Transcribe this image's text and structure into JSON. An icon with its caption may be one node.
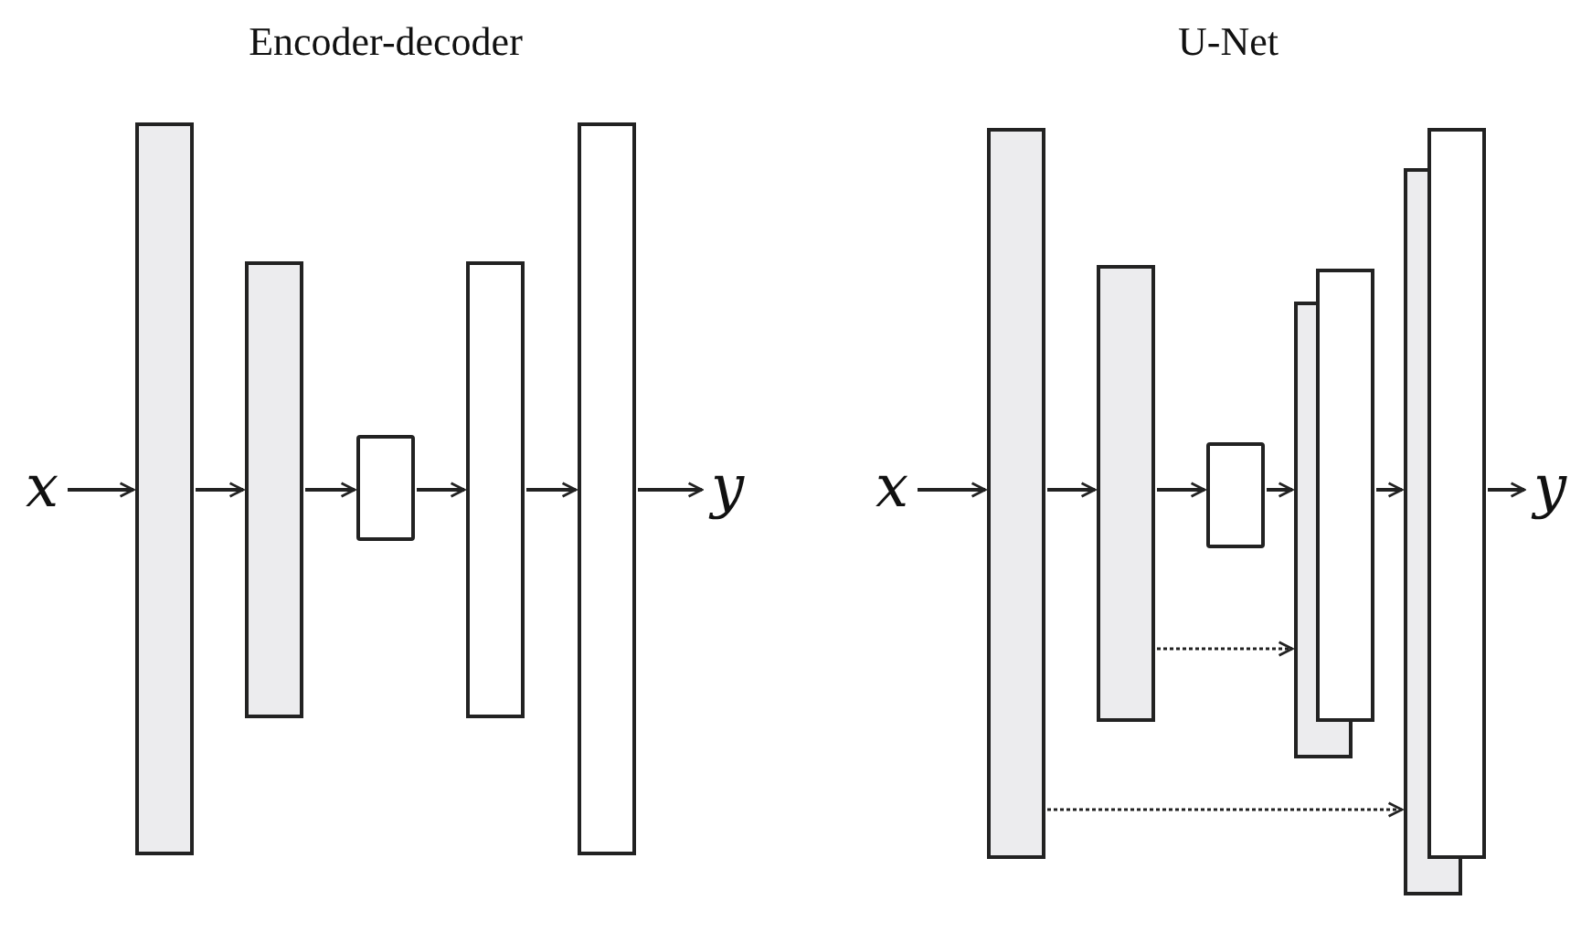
{
  "diagram": {
    "nodes": [
      {
        "text": [
          "x"
        ]
      },
      {
        "text": [],
        "shape": "bar"
      },
      {
        "text": [],
        "shape": "bar"
      },
      {
        "text": [],
        "shape": "box"
      },
      {
        "text": [],
        "shape": "bar"
      },
      {
        "text": [],
        "shape": "bar"
      },
      {
        "text": [
          "y"
        ]
      },
      {
        "text": [
          "x"
        ]
      },
      {
        "text": [],
        "shape": "bar"
      },
      {
        "text": [],
        "shape": "bar"
      },
      {
        "text": [],
        "shape": "box"
      },
      {
        "text": [],
        "shape": "bar"
      },
      {
        "text": [],
        "shape": "bar"
      },
      {
        "text": [
          "y"
        ]
      }
    ],
    "edges": [
      {
        "from": 0,
        "to": 1,
        "arrow": "to"
      },
      {
        "from": 1,
        "to": 2,
        "arrow": "to"
      },
      {
        "from": 2,
        "to": 3,
        "arrow": "to"
      },
      {
        "from": 3,
        "to": 4,
        "arrow": "to"
      },
      {
        "from": 4,
        "to": 5,
        "arrow": "to"
      },
      {
        "from": 5,
        "to": 6,
        "arrow": "to"
      },
      {
        "from": 7,
        "to": 8,
        "arrow": "to"
      },
      {
        "from": 8,
        "to": 9,
        "arrow": "to"
      },
      {
        "from": 9,
        "to": 10,
        "arrow": "to"
      },
      {
        "from": 10,
        "to": 11,
        "arrow": "to"
      },
      {
        "from": 11,
        "to": 12,
        "arrow": "to"
      },
      {
        "from": 12,
        "to": 13,
        "arrow": "to"
      },
      {
        "from": 9,
        "to": 11,
        "arrow": "to",
        "style": "dashed"
      },
      {
        "from": 8,
        "to": 12,
        "arrow": "to",
        "style": "dashed"
      }
    ],
    "labels": [
      "Encoder-decoder",
      "U-Net"
    ]
  }
}
